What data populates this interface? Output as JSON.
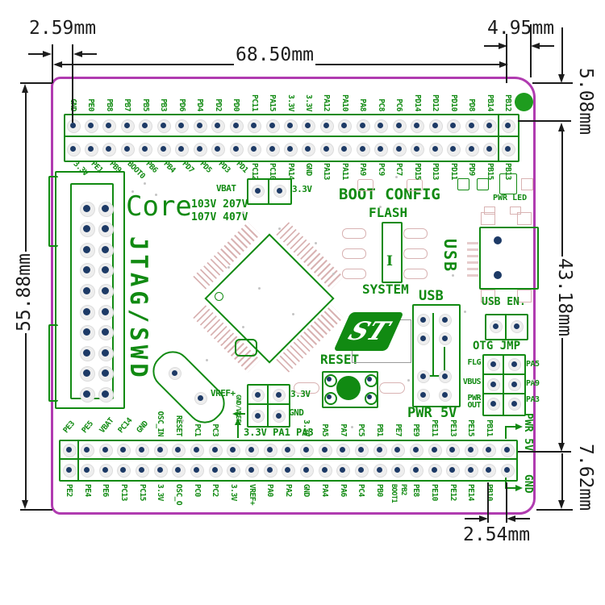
{
  "colors": {
    "board_outline": "#b03bb0",
    "silk_green": "#118a12",
    "pad_navy": "#1d3a66",
    "pad_pink": "#d9b3b3",
    "dimension_black": "#1c1c1c",
    "corner_dot_green": "#1e9c1e"
  },
  "dims": {
    "d259": "2.59mm",
    "d6850": "68.50mm",
    "d495": "4.95mm",
    "d508": "5.08mm",
    "d4318": "43.18mm",
    "d5588": "55.88mm",
    "d762": "7.62mm",
    "d254": "2.54mm"
  },
  "top_header": {
    "row1": [
      "GND",
      "PE0",
      "PB8",
      "PB7",
      "PB5",
      "PB3",
      "PD6",
      "PD4",
      "PD2",
      "PD0",
      "PC11",
      "PA15",
      "3.3V",
      "3.3V",
      "PA12",
      "PA10",
      "PA8",
      "PC8",
      "PC6",
      "PD14",
      "PD12",
      "PD10",
      "PD8",
      "PB14",
      "PB12"
    ],
    "row2": [
      "3.3V",
      "PE1",
      "PB9",
      "BOOT0",
      "PB6",
      "PB4",
      "PD7",
      "PD5",
      "PD3",
      "PD1",
      "PC12",
      "PC10",
      "PA14",
      "GND",
      "PA13",
      "PA11",
      "PA9",
      "PC9",
      "PC7",
      "PD15",
      "PD13",
      "PD11",
      "PD9",
      "PB15",
      "PB13"
    ]
  },
  "bottom_header": {
    "row1": [
      "PE3",
      "PE5",
      "VBAT",
      "PC14",
      "GND",
      "OSC_IN",
      "RESET",
      "PC1",
      "PC3",
      "",
      "",
      "",
      "",
      "3.3V",
      "PA5",
      "PA7",
      "PC5",
      "PB1",
      "PE7",
      "PE9",
      "PE11",
      "PE13",
      "PE15",
      "PB11",
      ""
    ],
    "row2": [
      "PE2",
      "PE4",
      "PE6",
      "PC13",
      "PC15",
      "3.3V",
      "OSC_O",
      "PC0",
      "PC2",
      "3.3V",
      "VREF+",
      "PA0",
      "PA2",
      "GND",
      "PA4",
      "PA6",
      "PC4",
      "PB0",
      "BOOT1|PB2",
      "PE8",
      "PE10",
      "PE12",
      "PE14",
      "PB10",
      ""
    ],
    "note": "3.3V PA1 PA3"
  },
  "jtag": {
    "label": "JTAG/SWD"
  },
  "core": {
    "name": "Core",
    "line1": "103V 207V",
    "line2": "107V 407V"
  },
  "vbat": {
    "left": "VBAT",
    "right": "3.3V"
  },
  "boot": {
    "title": "BOOT CONFIG",
    "top": "FLASH",
    "bottom": "SYSTEM",
    "cap": "I"
  },
  "usb_conn": {
    "label": "USB",
    "led": "PWR LED"
  },
  "usb_jumper": {
    "top": "USB",
    "bottom": "PWR 5V"
  },
  "usb_en": {
    "label": "USB EN."
  },
  "otg": {
    "title": "OTG JMP",
    "left": [
      "FLG",
      "VBUS",
      "PWR OUT"
    ],
    "right": [
      "PA5",
      "PA9",
      "PA3"
    ]
  },
  "reset": {
    "label": "RESET"
  },
  "vref": {
    "left_top": "VREF+",
    "right_top": "3.3V",
    "right_bottom": "GND",
    "left_bottom": "GND/VREF-"
  },
  "arrows": {
    "pwr5v": "PWR 5V",
    "gnd": "GND"
  },
  "st_logo": "ST"
}
